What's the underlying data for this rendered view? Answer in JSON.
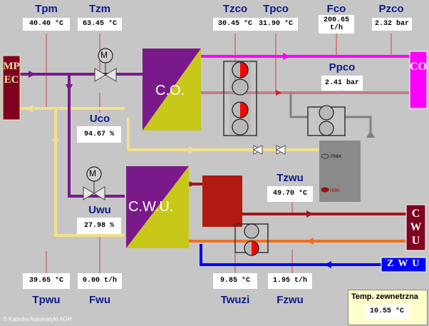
{
  "labels": {
    "tpm": "Tpm",
    "tzm": "Tzm",
    "tzco": "Tzco",
    "tpco": "Tpco",
    "fco": "Fco",
    "pzco": "Pzco",
    "ppco": "Ppco",
    "uco": "Uco",
    "uwu": "Uwu",
    "tzwu": "Tzwu",
    "tpwu": "Tpwu",
    "fwu": "Fwu",
    "twuzi": "Twuzi",
    "fzwu": "Fzwu"
  },
  "values": {
    "tpm": "40.40 °C",
    "tzm": "63.45 °C",
    "tzco": "30.45 °C",
    "tpco": "31.90 °C",
    "fco_line1": "200.65",
    "fco_line2": "t/h",
    "pzco": "2.32 bar",
    "ppco": "2.41 bar",
    "uco": "94.67 %",
    "uwu": "27.98 %",
    "tzwu": "49.70 °C",
    "tpwu": "39.65 °C",
    "fwu": "0.00 t/h",
    "twuzi": "9.85 °C",
    "fzwu": "1.95 t/h"
  },
  "blocks": {
    "mpec": "MPEC",
    "co_side": "CO",
    "cwu_side": "CWU",
    "zwu": "ZWU",
    "co_exchanger": "C.O.",
    "cwu_exchanger": "C.W.U.",
    "motor": "M",
    "tank_max": "max",
    "tank_min": "min"
  },
  "outdoor": {
    "title": "Temp. zewnetrzna",
    "value": "10.55 °C"
  },
  "copyright": "© Katedra Automatyki AGH",
  "colors": {
    "background": "#c6c6c6",
    "label_blue": "#0a1a8c",
    "supply_purple": "#7a1a8a",
    "return_yellow": "#f4e08a",
    "co_magenta": "#ff00ff",
    "co_return": "#c0808a",
    "cwu_red": "#a01818",
    "cwu_orange": "#f07020",
    "cold_blue": "#0000ff",
    "pump_red": "#ff0000",
    "tank_grey": "#8a8a8a",
    "block_dark": "#800020"
  }
}
